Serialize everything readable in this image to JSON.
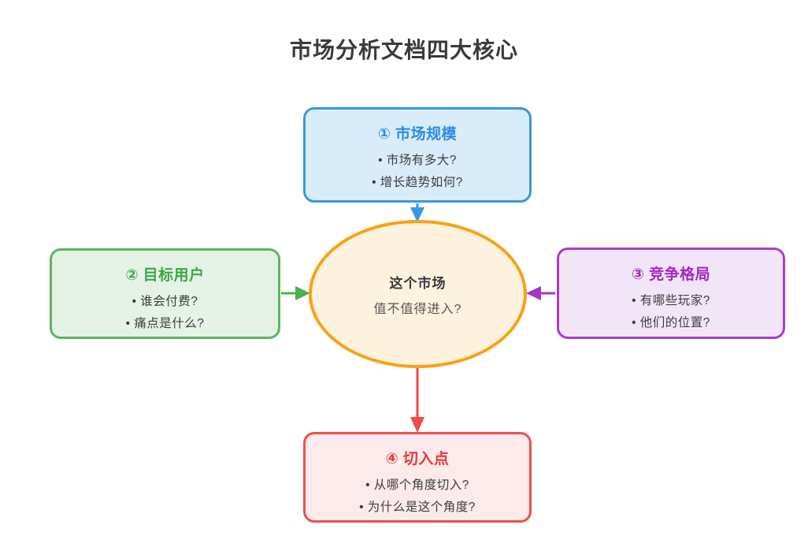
{
  "title": "市场分析文档四大核心",
  "center": {
    "line1": "这个市场",
    "line2": "值不值得进入?"
  },
  "nodes": {
    "market_size": {
      "title": "① 市场规模",
      "bullets": [
        "• 市场有多大?",
        "• 增长趋势如何?"
      ],
      "accent": "#2b8de0",
      "fill": "#d9ecfa",
      "border": "#3a97e0"
    },
    "target_users": {
      "title": "② 目标用户",
      "bullets": [
        "• 谁会付费?",
        "• 痛点是什么?"
      ],
      "accent": "#3fa54c",
      "fill": "#e4f3e6",
      "border": "#5cb560"
    },
    "competition": {
      "title": "③ 竞争格局",
      "bullets": [
        "• 有哪些玩家?",
        "• 他们的位置?"
      ],
      "accent": "#a128c0",
      "fill": "#f3e5f8",
      "border": "#a93dca"
    },
    "entry_point": {
      "title": "④ 切入点",
      "bullets": [
        "• 从哪个角度切入?",
        "• 为什么是这个角度?"
      ],
      "accent": "#e53935",
      "fill": "#fdeaea",
      "border": "#ee4f4c"
    }
  },
  "center_colors": {
    "border": "#f6a318",
    "fill": "#fdf2dd"
  },
  "arrow_colors": {
    "top": "#3a97e0",
    "left": "#4caf50",
    "right": "#a335c8",
    "bottom": "#f04b48"
  }
}
